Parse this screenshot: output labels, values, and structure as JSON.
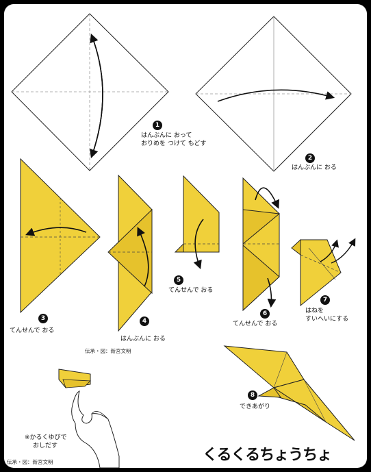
{
  "colors": {
    "paper": "#f0d03a",
    "paper_dark": "#d9b41f",
    "line": "#222222"
  },
  "steps": [
    {
      "num": "1",
      "line1": "はんぶんに おって",
      "line2": "おりめを つけて もどす"
    },
    {
      "num": "2",
      "line1": "はんぶんに おる"
    },
    {
      "num": "3",
      "line1": "てんせんで おる"
    },
    {
      "num": "4",
      "line1": "はんぶんに おる"
    },
    {
      "num": "5",
      "line1": "てんせんで おる"
    },
    {
      "num": "6",
      "line1": "てんせんで おる"
    },
    {
      "num": "7",
      "line1": "はねを",
      "line2": "すいへいにする"
    },
    {
      "num": "8",
      "line1": "できあがり"
    }
  ],
  "credit_mid": "伝承・図：新宮文明",
  "credit_bottom": "伝承・図：新宮文明",
  "note_line1": "※かるくゆびで",
  "note_line2": "おしだす",
  "title": "くるくるちょうちょ"
}
